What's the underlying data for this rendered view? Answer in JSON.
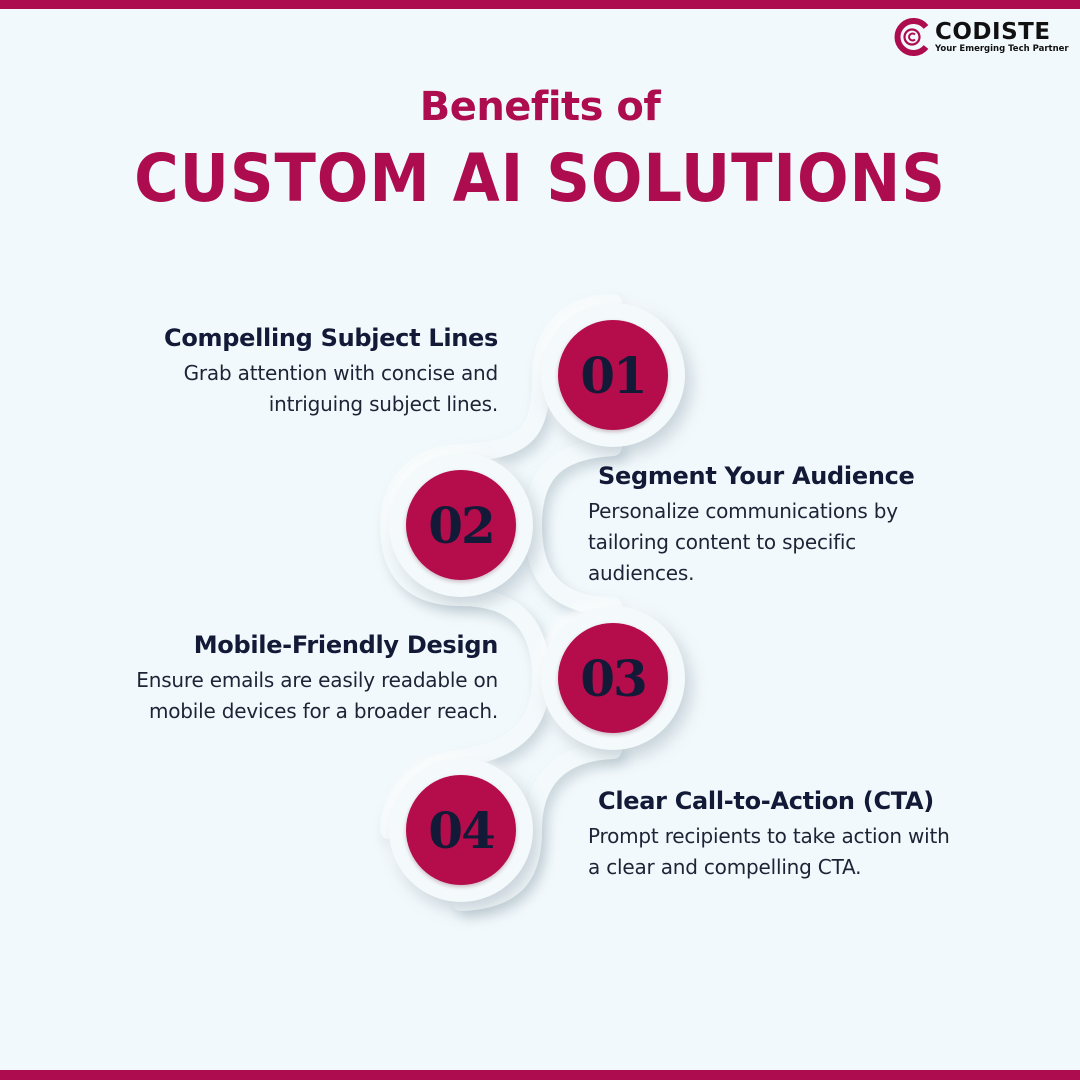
{
  "brand": {
    "name": "CODISTE",
    "tagline": "Your Emerging Tech Partner",
    "accent_color": "#ad0d4f",
    "text_color": "#121a38",
    "background_color": "#f2f9fc"
  },
  "header": {
    "subtitle": "Benefits of",
    "title": "CUSTOM AI SOLUTIONS"
  },
  "steps": [
    {
      "number": "01",
      "title": "Compelling Subject Lines",
      "description_lines": [
        "Grab attention with concise and",
        "intriguing subject lines."
      ]
    },
    {
      "number": "02",
      "title": "Segment Your Audience",
      "description_lines": [
        "Personalize communications by",
        "tailoring content to specific",
        "audiences."
      ]
    },
    {
      "number": "03",
      "title": "Mobile-Friendly Design",
      "description_lines": [
        "Ensure emails are easily readable on",
        "mobile devices for a broader reach."
      ]
    },
    {
      "number": "04",
      "title": "Clear Call-to-Action (CTA)",
      "description_lines": [
        "Prompt recipients to take action with",
        "a clear and compelling CTA."
      ]
    }
  ]
}
